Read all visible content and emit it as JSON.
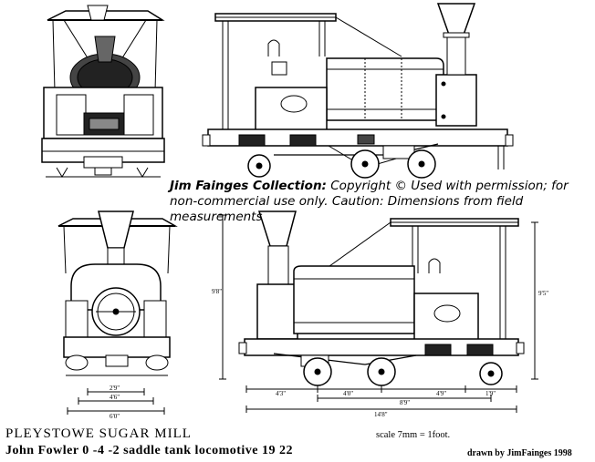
{
  "credit": {
    "bold": "Jim Fainges Collection:",
    "text": " Copyright © Used with permission; for non-commercial use only. Caution: Dimensions from field measurements"
  },
  "title": "PLEYSTOWE SUGAR MILL",
  "subtitle": "John Fowler 0 -4 -2 saddle tank locomotive 19 22",
  "scale": "scale 7mm = 1foot.",
  "drawn_by": "drawn by JimFainges 1998",
  "dimensions": {
    "height_left": "9'8\"",
    "height_right": "9'5\"",
    "d1": "4'3\"",
    "d2": "4'0\"",
    "d3": "4'9\"",
    "d4": "1'9\"",
    "d5": "8'9\"",
    "overall": "14'8\"",
    "front_a": "2'9\"",
    "front_b": "4'6\"",
    "front_c": "6'0\""
  }
}
